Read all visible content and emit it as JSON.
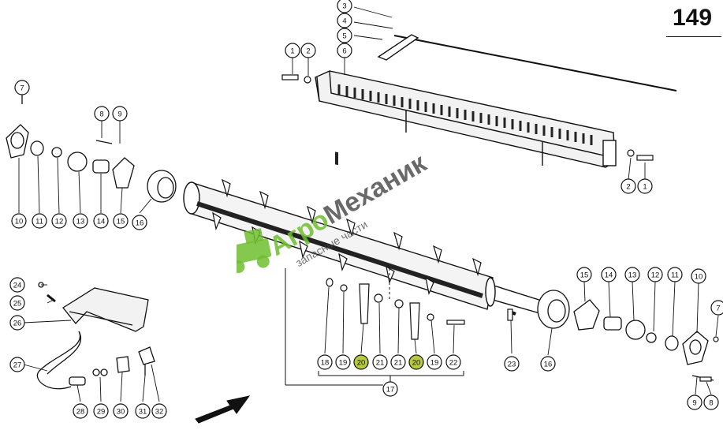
{
  "page": {
    "number": "149"
  },
  "watermark": {
    "brand_green": "Агро",
    "brand_dark": "Механик",
    "tagline": "запасные части",
    "colors": {
      "green": "#6fbe2e",
      "dark": "#444444"
    }
  },
  "part_labels": [
    "1",
    "2",
    "3",
    "4",
    "5",
    "6",
    "7",
    "8",
    "9",
    "10",
    "11",
    "12",
    "13",
    "14",
    "15",
    "16",
    "17",
    "18",
    "19",
    "20",
    "21",
    "22",
    "23",
    "24",
    "25",
    "26",
    "27",
    "28",
    "29",
    "30",
    "31",
    "32"
  ],
  "highlight_color": "#b8c93a"
}
